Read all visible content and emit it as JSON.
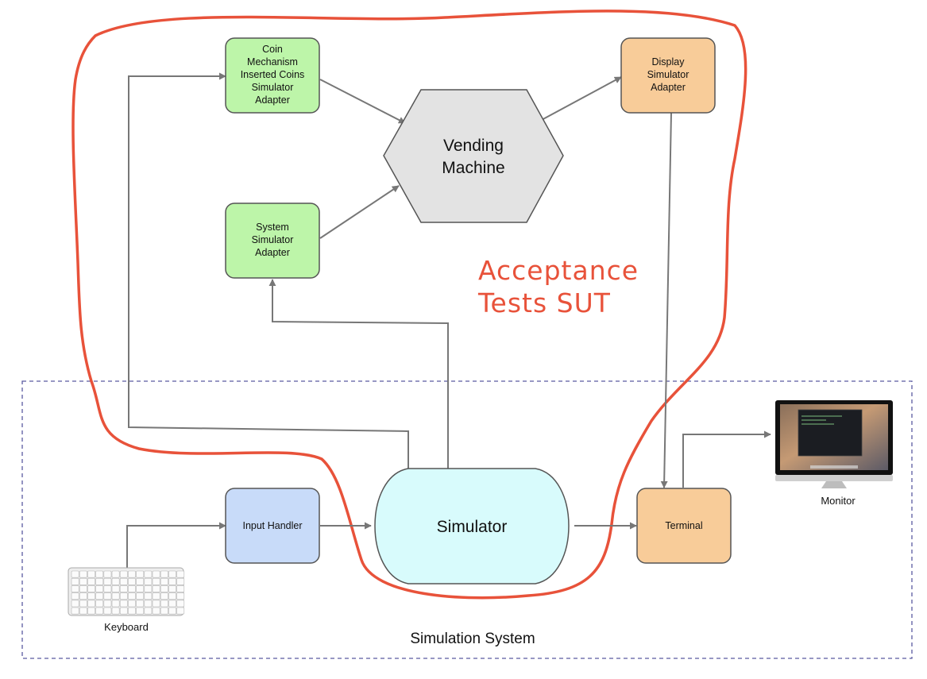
{
  "nodes": {
    "coin_adapter": [
      "Coin",
      "Mechanism",
      "Inserted Coins",
      "Simulator",
      "Adapter"
    ],
    "system_adapter": [
      "System",
      "Simulator",
      "Adapter"
    ],
    "display_adapter": [
      "Display",
      "Simulator",
      "Adapter"
    ],
    "vending_machine": [
      "Vending",
      "Machine"
    ],
    "simulator": "Simulator",
    "input_handler": "Input Handler",
    "terminal": "Terminal",
    "keyboard": "Keyboard",
    "monitor": "Monitor"
  },
  "boundaries": {
    "simulation_system": "Simulation System",
    "acceptance_sut": [
      "Acceptance",
      "Tests SUT"
    ]
  },
  "colors": {
    "green_fill": "#bdf5a9",
    "blue_fill": "#c8dbf9",
    "orange_fill": "#f8cc99",
    "cyan_fill": "#d8fbfc",
    "gray_fill": "#e3e3e3",
    "sut_outline": "#e8523a",
    "dashed_border": "#5a5aa0",
    "connector": "#777777"
  },
  "icons": {
    "keyboard": "keyboard-icon",
    "monitor": "monitor-icon"
  }
}
